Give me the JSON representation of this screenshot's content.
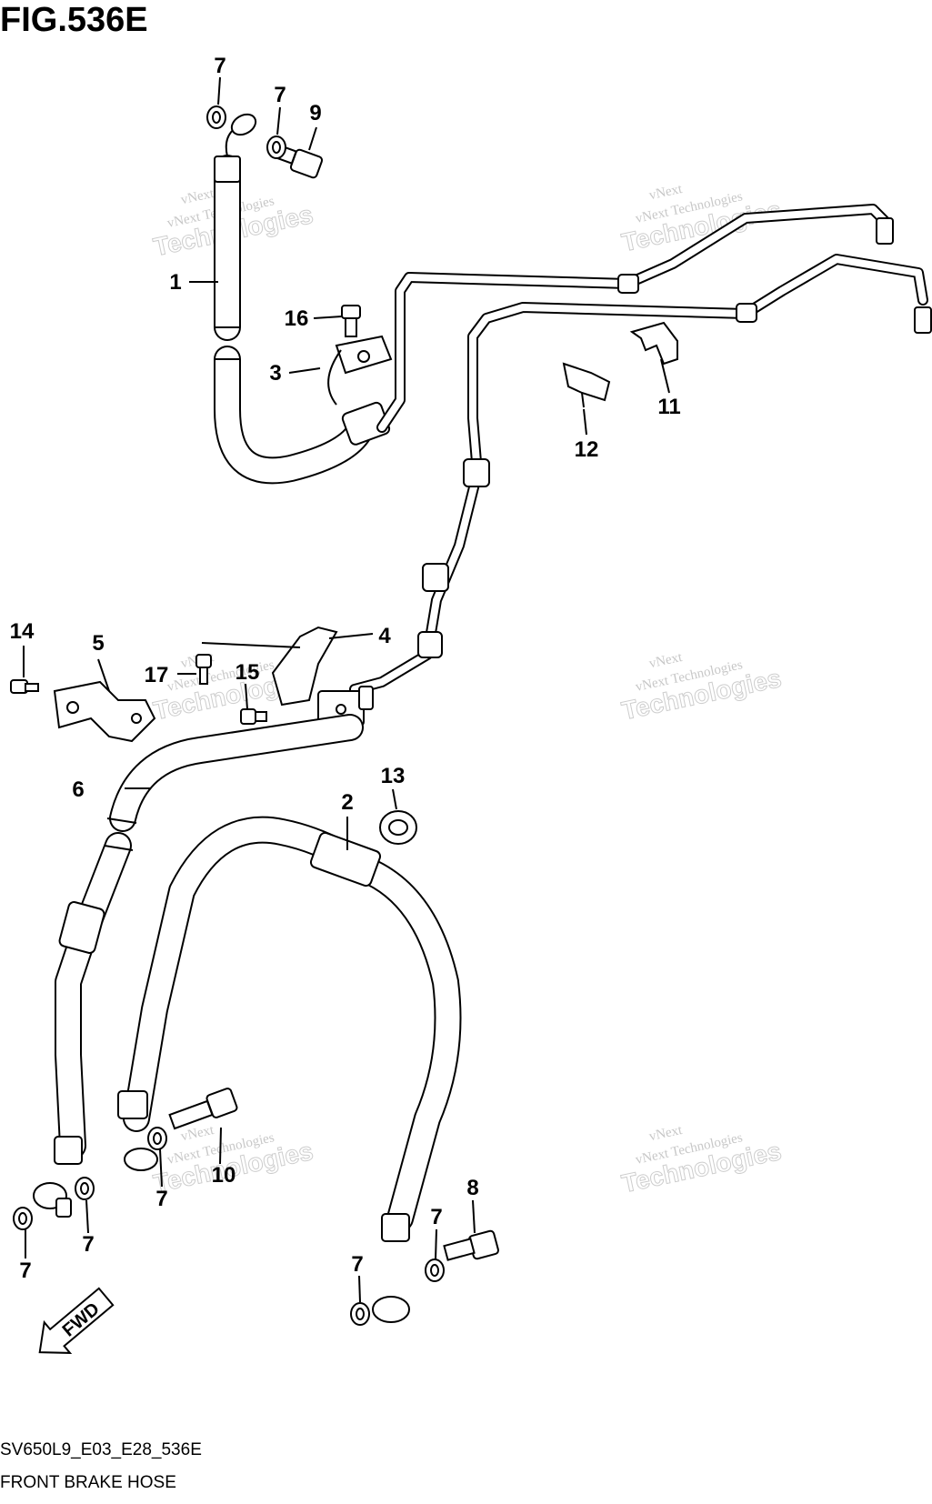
{
  "figure": {
    "title": "FIG.536E",
    "code": "SV650L9_E03_E28_536E",
    "caption": "FRONT BRAKE HOSE",
    "fwd_label": "FWD"
  },
  "watermark": {
    "line1": "vNext Technologies",
    "line2": "Technologies",
    "line3": "vNext"
  },
  "callouts": {
    "c1": "1",
    "c2": "2",
    "c3": "3",
    "c4": "4",
    "c5": "5",
    "c6": "6",
    "c7a": "7",
    "c7b": "7",
    "c7c": "7",
    "c7d": "7",
    "c7e": "7",
    "c7f": "7",
    "c7g": "7",
    "c8": "8",
    "c9": "9",
    "c10": "10",
    "c11": "11",
    "c12": "12",
    "c13": "13",
    "c14": "14",
    "c15": "15",
    "c16": "16",
    "c17": "17"
  }
}
